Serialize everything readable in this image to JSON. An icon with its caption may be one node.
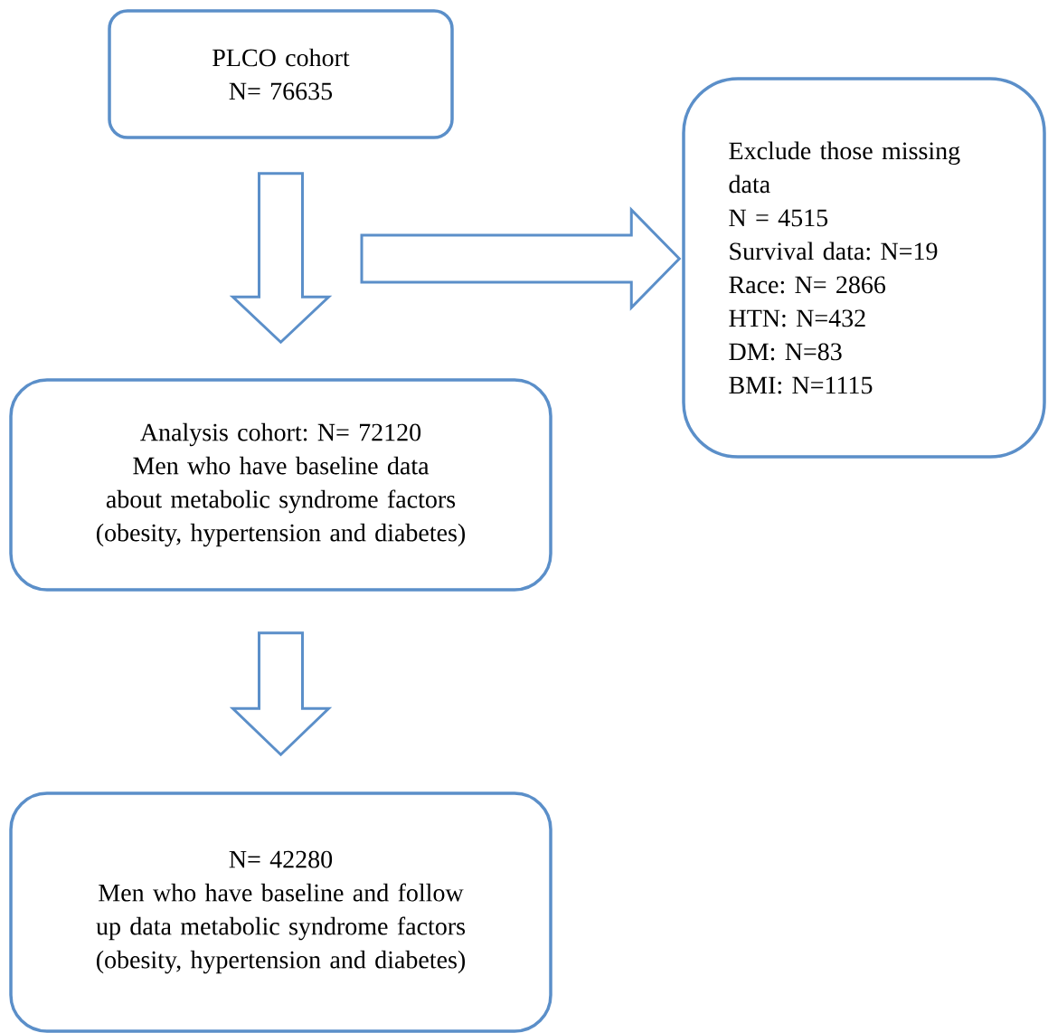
{
  "diagram": {
    "nodes": [
      {
        "text": [
          "PLCO cohort",
          "N= 76635"
        ]
      },
      {
        "text": [
          "Exclude those missing data",
          "N = 4515",
          "Survival data: N=19",
          "Race: N= 2866",
          "HTN: N=432",
          "DM: N=83",
          "BMI: N=1115"
        ]
      },
      {
        "text": [
          "Analysis cohort: N= 72120",
          "Men who have baseline data about metabolic syndrome factors (obesity, hypertension and diabetes)"
        ]
      },
      {
        "text": [
          "N= 42280",
          "Men who have baseline and follow up data metabolic syndrome factors (obesity, hypertension and diabetes)"
        ]
      }
    ],
    "edges": [
      {
        "from": 0,
        "to": 2,
        "arrow": "to"
      },
      {
        "from": null,
        "to": 1,
        "arrow": "to"
      },
      {
        "from": 2,
        "to": 3,
        "arrow": "to"
      }
    ]
  }
}
